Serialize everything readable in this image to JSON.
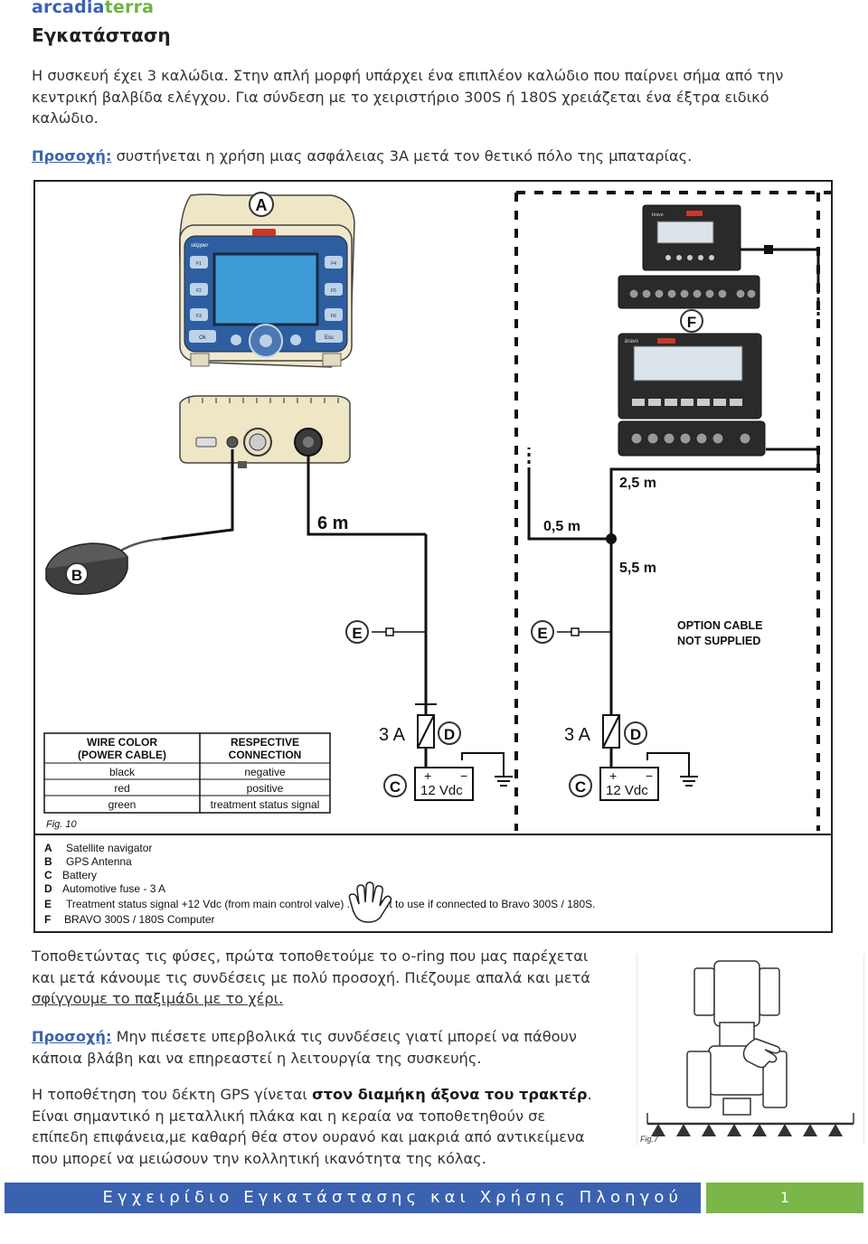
{
  "header": {
    "logo_part1": "arcadia",
    "logo_part2": "terra",
    "title": "Εγκατάσταση"
  },
  "intro": {
    "line1": "Η συσκευή έχει 3 καλώδια. Στην απλή μορφή υπάρχει ένα επιπλέον καλώδιο που παίρνει σήμα από την",
    "line2": "κεντρική βαλβίδα ελέγχου. Για σύνδεση με το χειριστήριο 300S ή 180S χρειάζεται ένα έξτρα ειδικό",
    "line3": "καλώδιο."
  },
  "warning1": {
    "label": "Προσοχή:",
    "text": " συστήνεται η χρήση μιας ασφάλειας 3A μετά τον θετικό πόλο της μπαταρίας."
  },
  "figure": {
    "labels": {
      "A": "A",
      "B": "B",
      "C": "C",
      "D": "D",
      "E": "E",
      "F": "F"
    },
    "cable_6m": "6 m",
    "cable_05m": "0,5 m",
    "cable_25m": "2,5 m",
    "cable_55m": "5,5 m",
    "option_cable_line1": "OPTION CABLE",
    "option_cable_line2": "NOT SUPPLIED",
    "fuse_rating": "3 A",
    "battery_voltage": "12 Vdc",
    "plus": "+",
    "minus": "−",
    "device_a_brand": "skipper",
    "device_a_btn_ok": "Ok",
    "device_a_btn_esc": "Esc",
    "device_a_f1": "F1",
    "device_a_f2": "F2",
    "device_a_f3": "F3",
    "device_a_f4": "F4",
    "device_a_f5": "F5",
    "device_a_f6": "F6",
    "device_f_brand": "bravo",
    "device_f_brand2": "bravo",
    "wire_table": {
      "header1_line1": "WIRE COLOR",
      "header1_line2": "(POWER CABLE)",
      "header2_line1": "RESPECTIVE",
      "header2_line2": "CONNECTION",
      "rows": [
        {
          "color": "black",
          "connection": "negative"
        },
        {
          "color": "red",
          "connection": "positive"
        },
        {
          "color": "green",
          "connection": "treatment status signal"
        }
      ]
    },
    "fig_label": "Fig. 10",
    "legend": [
      {
        "key": "A",
        "text": "Satellite navigator"
      },
      {
        "key": "B",
        "text": "GPS Antenna"
      },
      {
        "key": "C",
        "text": "Battery"
      },
      {
        "key": "D",
        "text": "Automotive fuse - 3 A"
      },
      {
        "key": "E",
        "text": "Treatment status signal +12 Vdc (from main control valve) ."
      },
      {
        "key": "F",
        "text": "BRAVO 300S / 180S Computer"
      }
    ],
    "legend_note": "Not to use if connected to Bravo 300S / 180S."
  },
  "body1": {
    "line1": "Τοποθετώντας τις φύσες, πρώτα τοποθετούμε το o-ring που μας παρέχεται",
    "line2": "και μετά κάνουμε τις συνδέσεις με πολύ προσοχή. Πιέζουμε απαλά και μετά",
    "line3": "σφίγγουμε το παξιμάδι με το χέρι."
  },
  "warning2": {
    "label": "Προσοχή:",
    "line1": " Μην πιέσετε υπερβολικά τις συνδέσεις γιατί μπορεί να πάθουν",
    "line2": "κάποια βλάβη και να επηρεαστεί η λειτουργία της συσκευής."
  },
  "body2": {
    "line1_pre": "Η τοποθέτηση του δέκτη GPS γίνεται ",
    "line1_bold": "στον διαμήκη άξονα του τρακτέρ",
    "line1_post": ".",
    "line2": "Είναι σημαντικό η μεταλλική πλάκα και η κεραία να τοποθετηθούν σε",
    "line3": "επίπεδη επιφάνεια,με καθαρή θέα στον ουρανό και μακριά από αντικείμενα",
    "line4": "που μπορεί να μειώσουν την κολλητική ικανότητα της κόλας."
  },
  "tractor_fig_label": "Fig.7",
  "footer": {
    "title": "Εγχειρίδιο Εγκατάστασης και Χρήσης Πλοηγού Skipper",
    "page": "1"
  }
}
